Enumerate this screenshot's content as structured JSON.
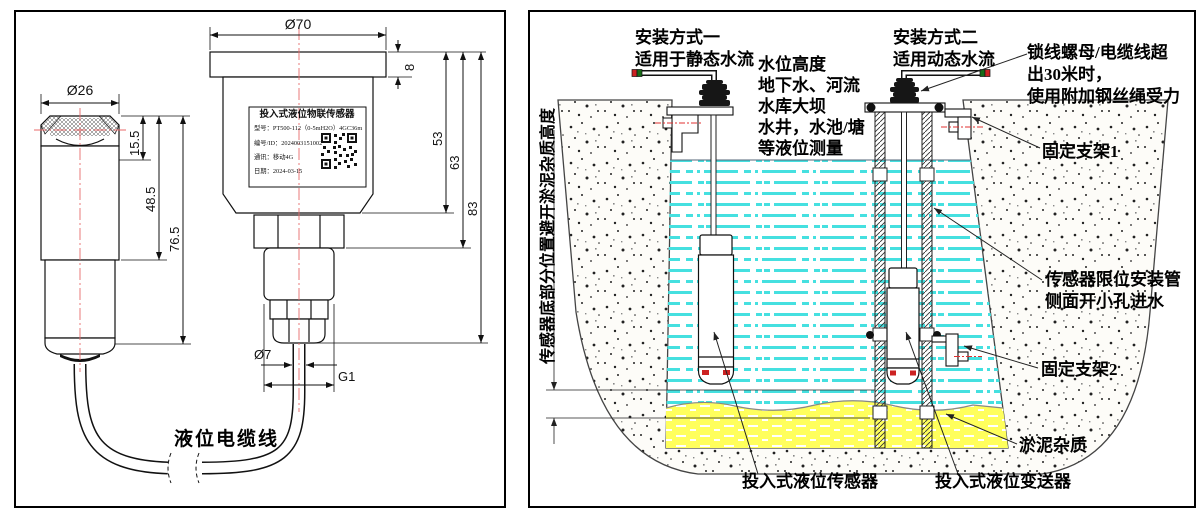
{
  "left": {
    "dims": {
      "d70": "Ø70",
      "d8": "8",
      "d53": "53",
      "d63": "63",
      "d83": "83",
      "d26": "Ø26",
      "d155": "15.5",
      "d485": "48.5",
      "d765": "76.5",
      "d7": "Ø7",
      "g1": "G1"
    },
    "cable_label": "液位电缆线",
    "nameplate": {
      "title": "投入式液位物联传感器",
      "model": "型号：PT500-112（0-5mH2O）4GC36m",
      "serial": "编号/ID：2024003151002",
      "comm": "通讯：移动4G",
      "date": "日期：2024-03-15"
    }
  },
  "right": {
    "method1": [
      "安装方式一",
      "适用于静态水流"
    ],
    "method2": [
      "安装方式二",
      "适用动态水流"
    ],
    "usage": [
      "水位高度",
      "地下水、河流",
      "水库大坝",
      "水井，水池/塘",
      "等液位测量"
    ],
    "lock_note": [
      "锁线螺母/电缆线超",
      "出30米时，",
      "使用附加钢丝绳受力"
    ],
    "bracket1": "固定支架1",
    "tube_note": [
      "传感器限位安装管",
      "侧面开小孔进水"
    ],
    "bracket2": "固定支架2",
    "silt": "淤泥杂质",
    "sensor": "投入式液位传感器",
    "transmitter": "投入式液位变送器",
    "vertical_note": "传感器底部分位置避开淤泥杂质高度"
  },
  "colors": {
    "water": "#45e0e0",
    "silt": "#ffff5c",
    "centerline": "#e86a6a",
    "tip_red": "#cc2222",
    "tip_green": "#176b17",
    "line": "#111111"
  }
}
